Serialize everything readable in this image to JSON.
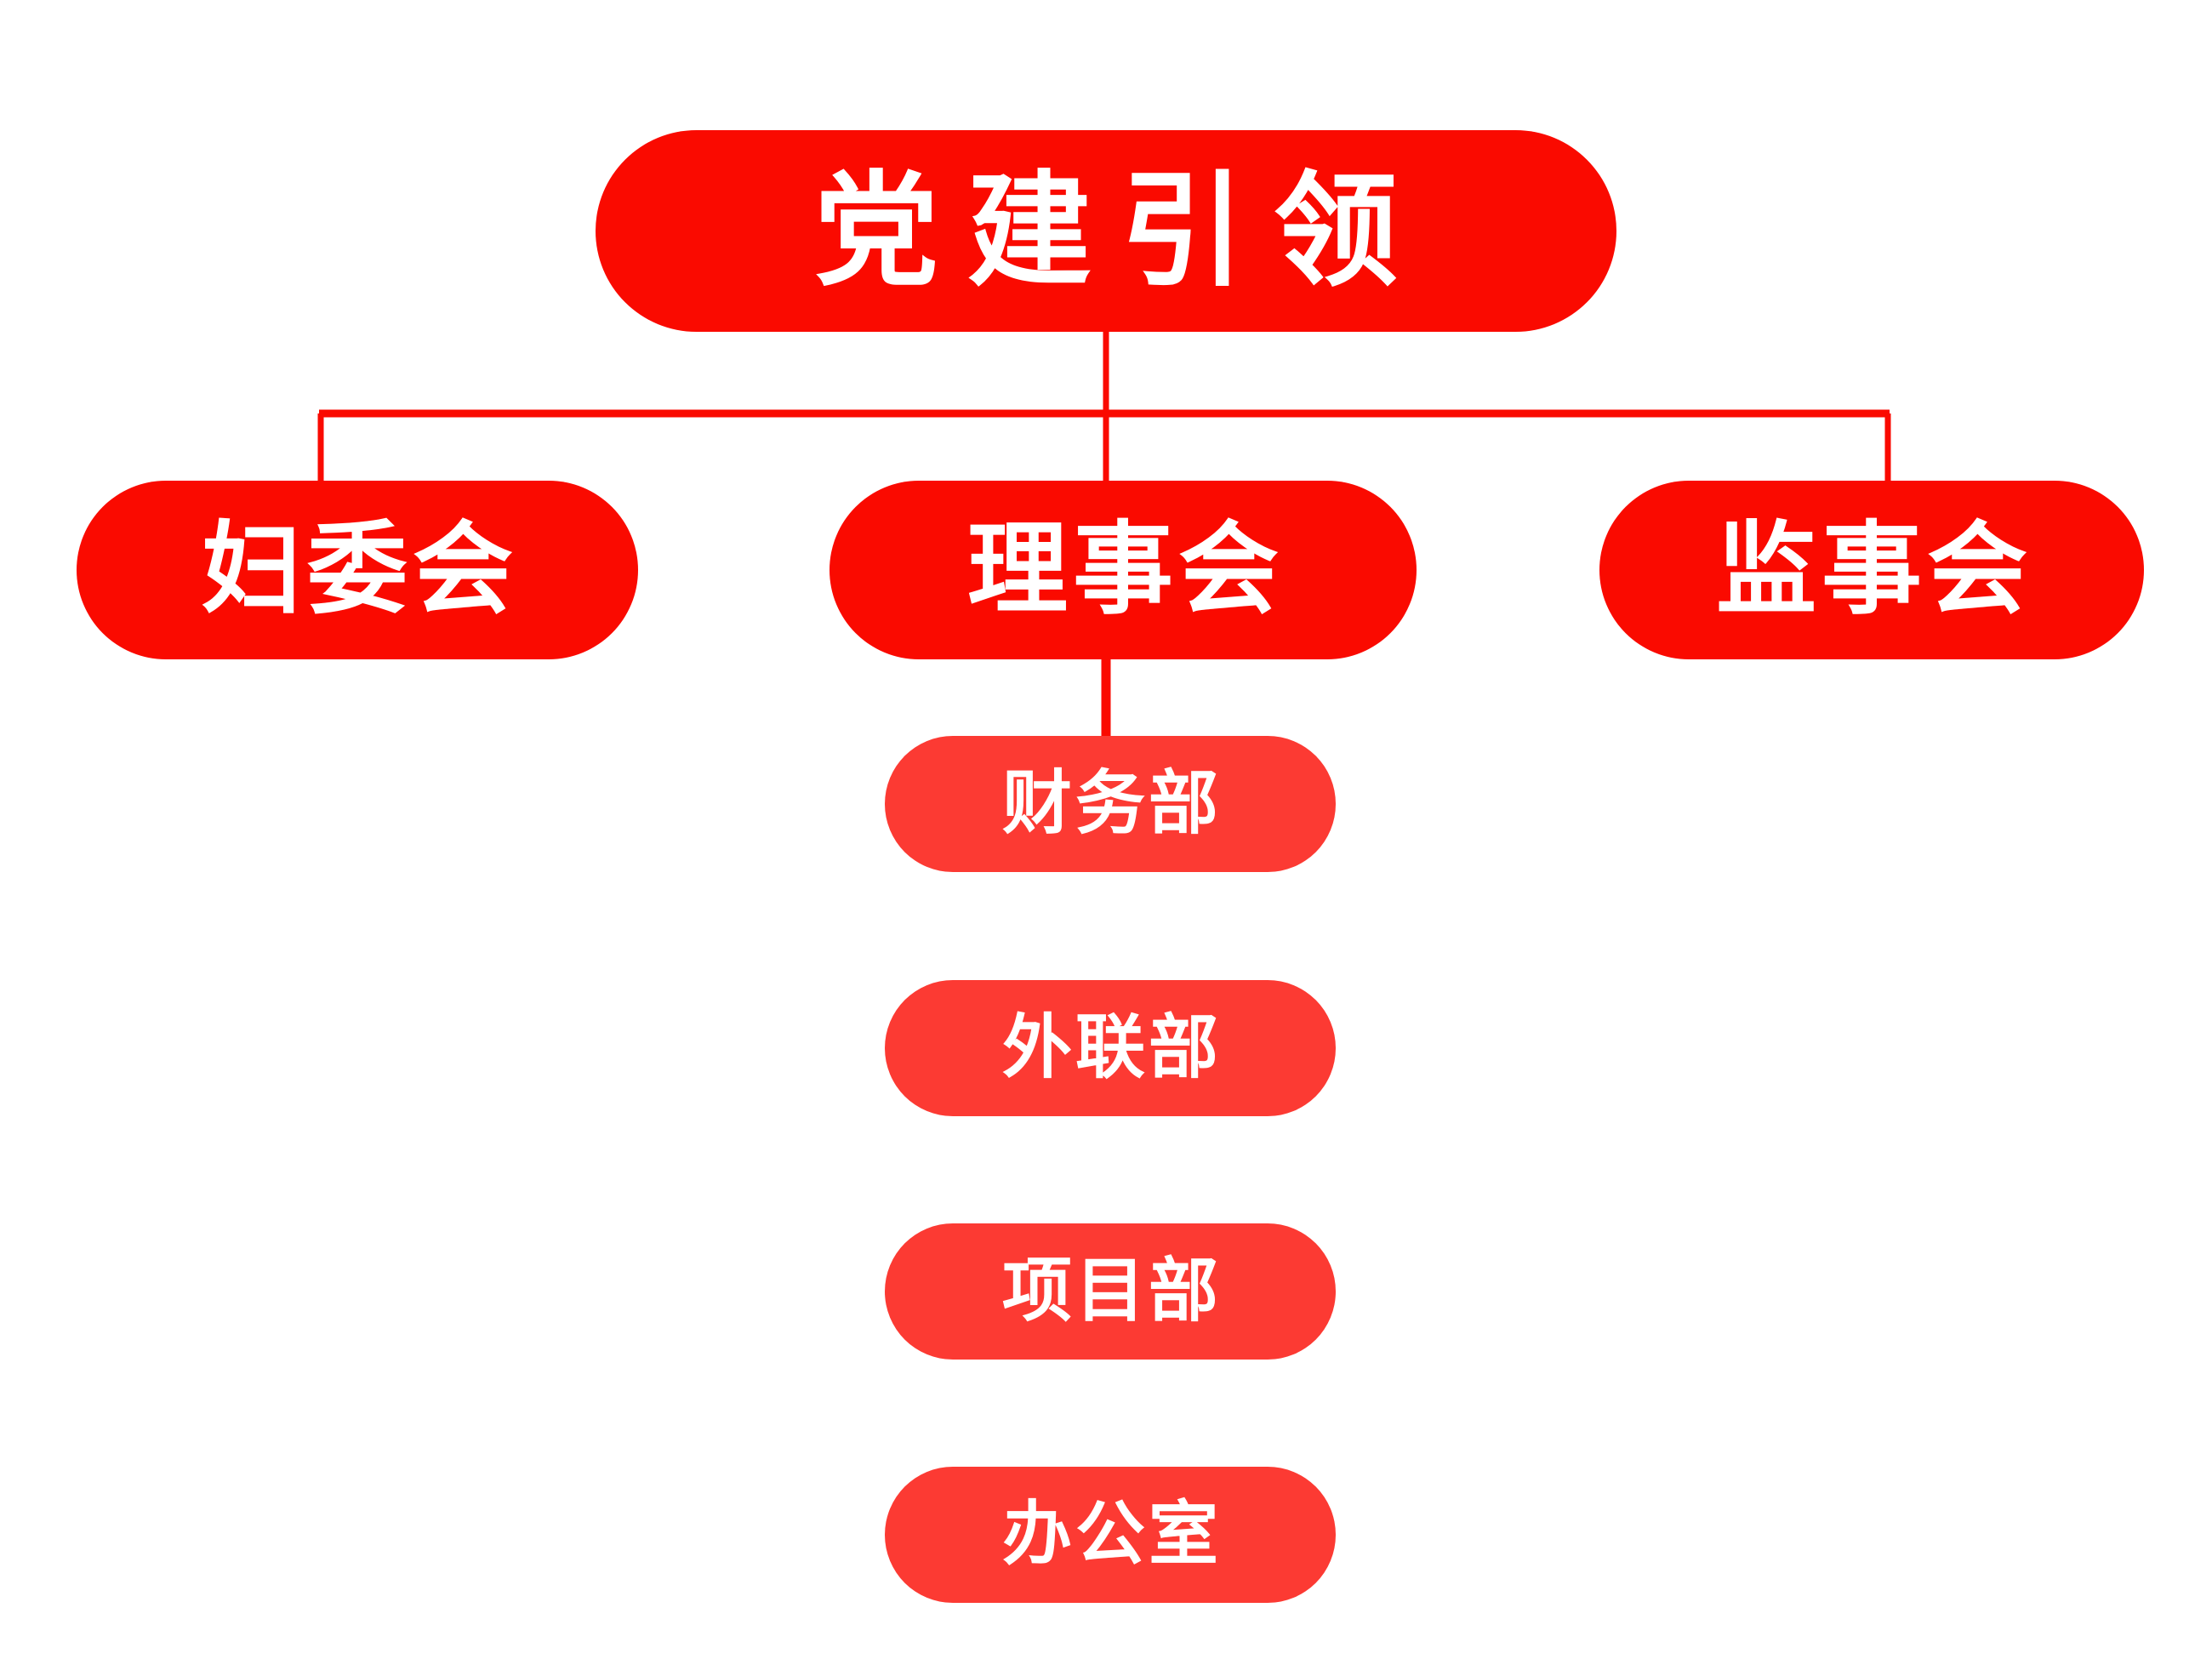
{
  "diagram": {
    "title": "党建引领",
    "type": "organization-chart",
    "orientation": "top-down",
    "background_color": "#ffffff",
    "colors": {
      "primary_red": "#fa0a00",
      "secondary_red": "#fc3a33",
      "connector_red": "#fa0a00",
      "label_text": "#ffffff"
    },
    "root": {
      "id": "root",
      "label": "党建引领",
      "color": "#fa0a00"
    },
    "level2": [
      {
        "id": "fuweihui",
        "label": "妇委会",
        "color": "#fa0a00"
      },
      {
        "id": "lishihui",
        "label": "理事会",
        "color": "#fa0a00"
      },
      {
        "id": "jianshihui",
        "label": "监事会",
        "color": "#fa0a00"
      }
    ],
    "departments": [
      {
        "id": "caiwubu",
        "label": "财务部",
        "color": "#fc3a33",
        "parent": "lishihui"
      },
      {
        "id": "wailianbu",
        "label": "外联部",
        "color": "#fc3a33",
        "parent": "lishihui"
      },
      {
        "id": "xiangmubu",
        "label": "项目部",
        "color": "#fc3a33",
        "parent": "lishihui"
      },
      {
        "id": "bangongshi",
        "label": "办公室",
        "color": "#fc3a33",
        "parent": "lishihui"
      }
    ],
    "edges": [
      {
        "from": "root",
        "to": "fuweihui"
      },
      {
        "from": "root",
        "to": "lishihui"
      },
      {
        "from": "root",
        "to": "jianshihui"
      },
      {
        "from": "lishihui",
        "to": "caiwubu"
      }
    ]
  }
}
